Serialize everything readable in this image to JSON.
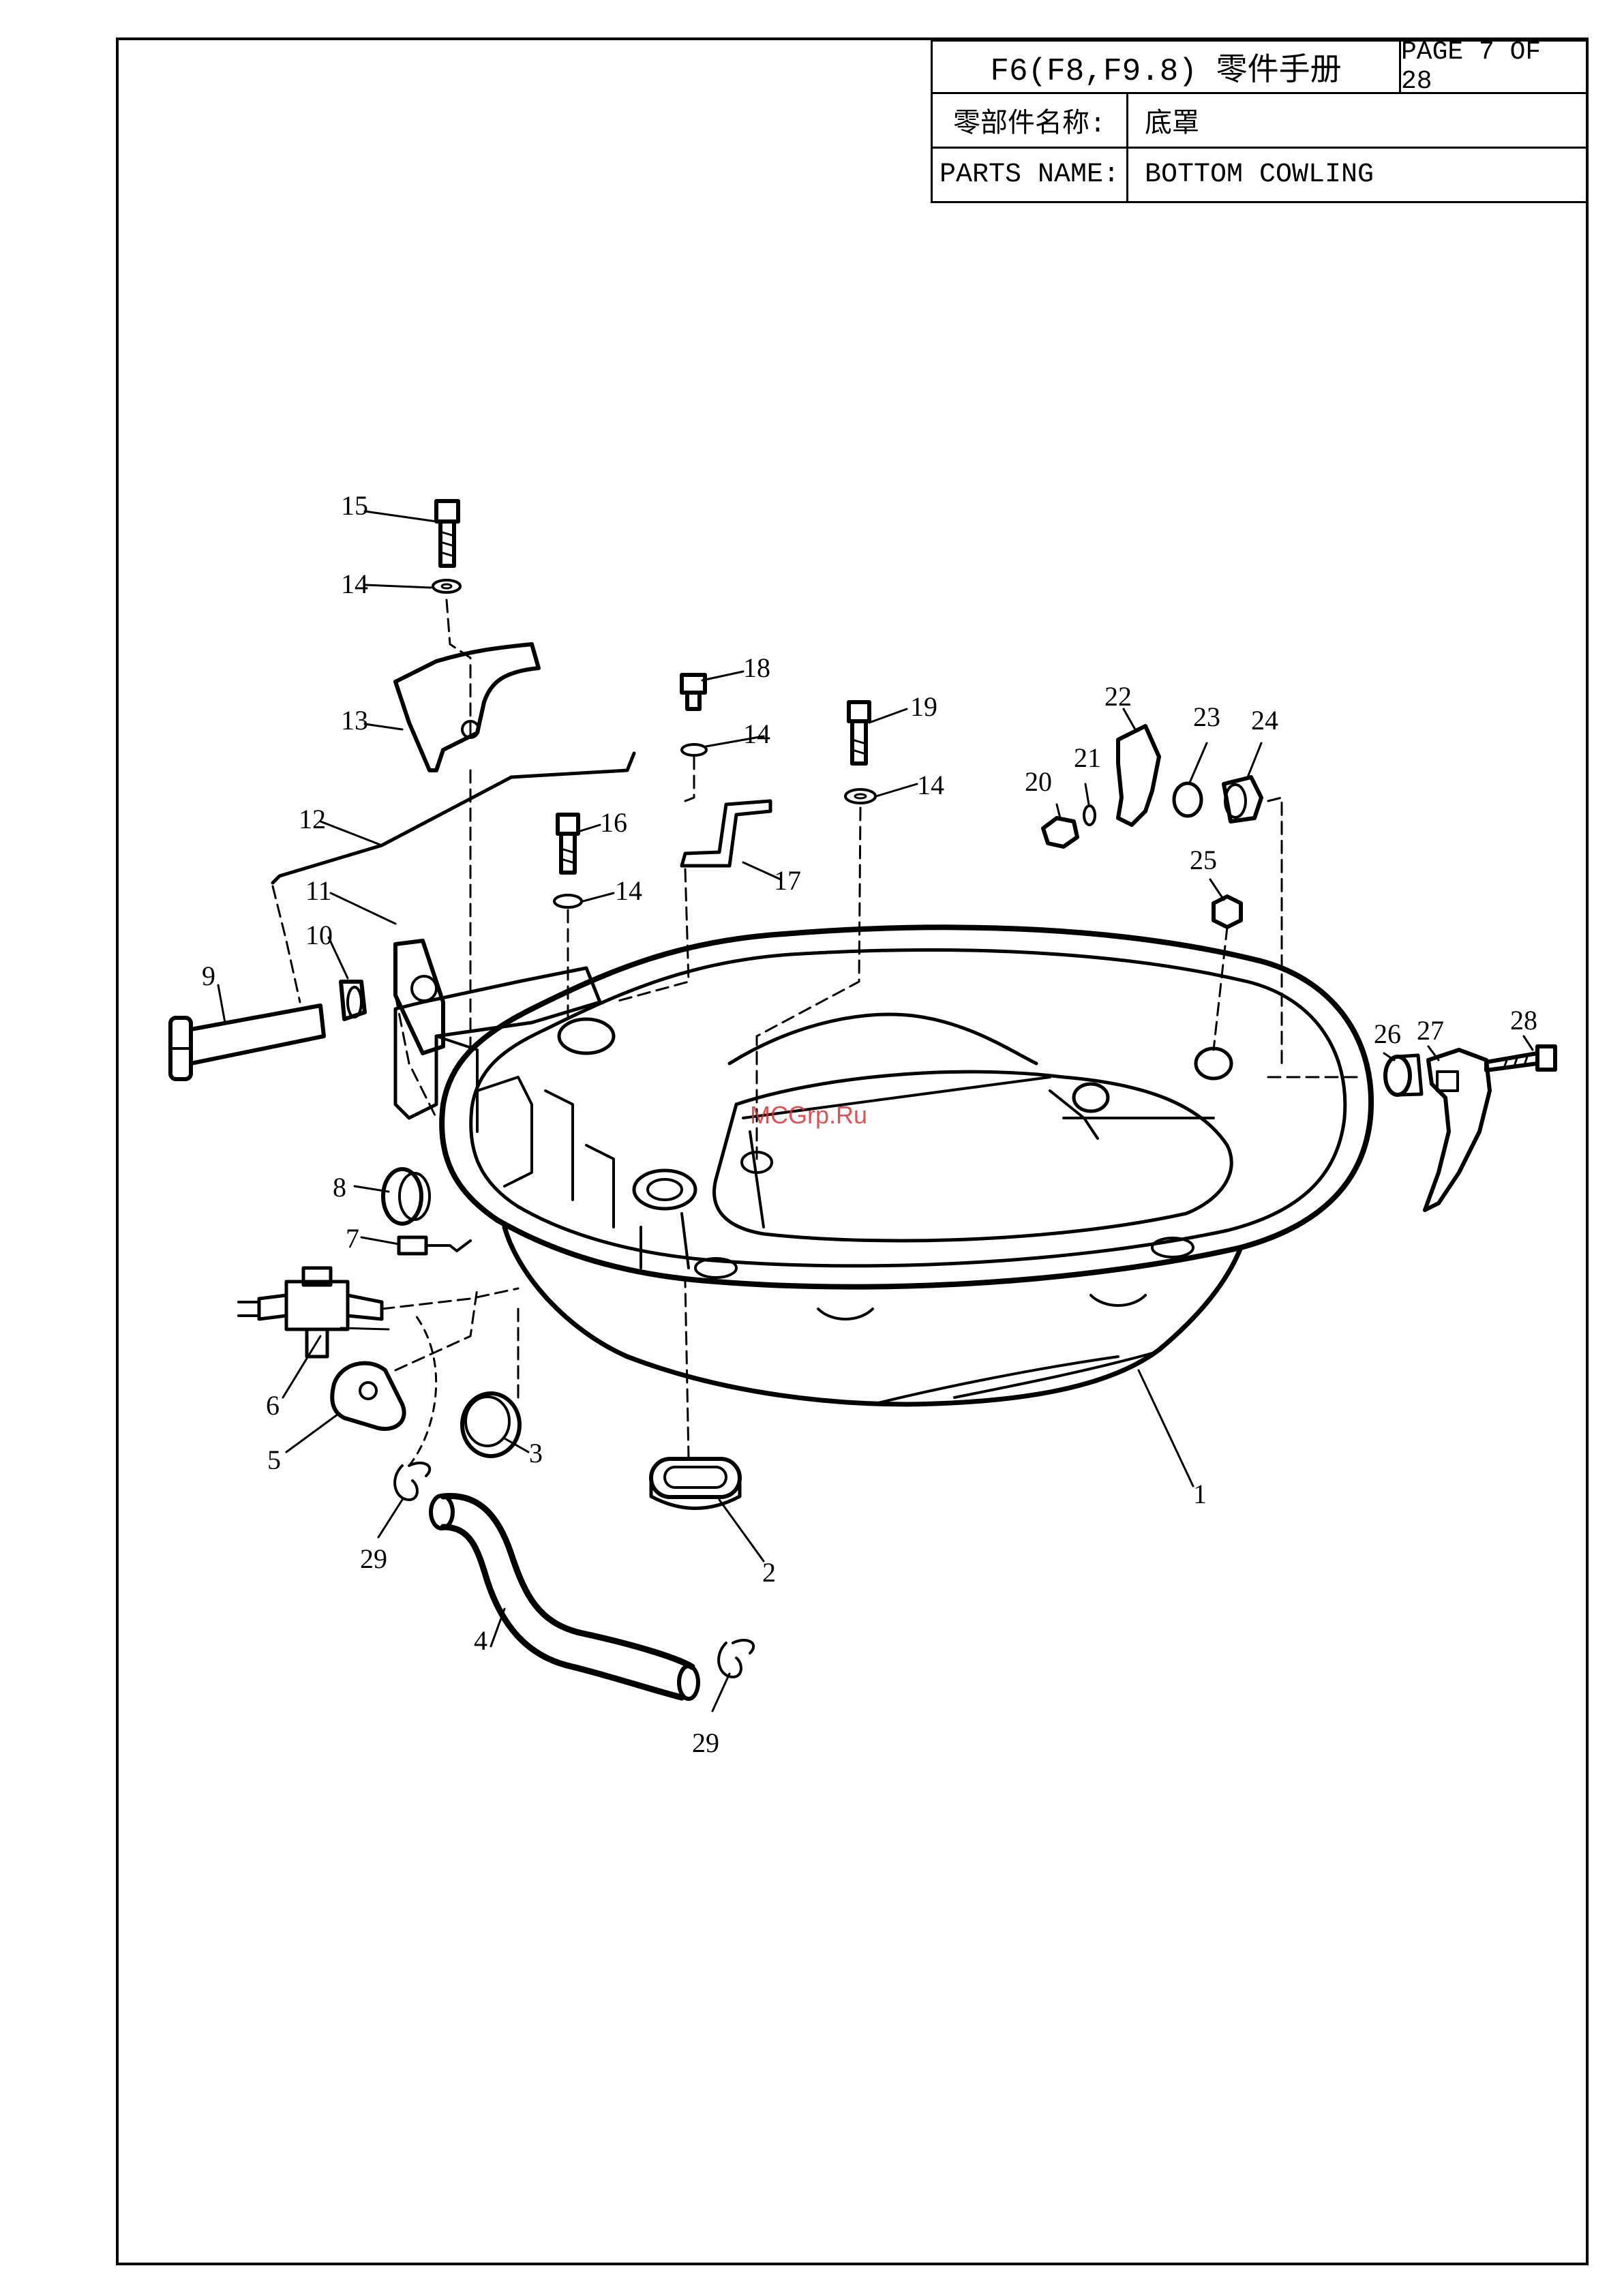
{
  "header": {
    "model": "F6(F8,F9.8) 零件手册",
    "page": "PAGE 7 OF 28",
    "name_label_cn": "零部件名称:",
    "name_value_cn": "底罩",
    "name_label_en": "PARTS NAME:",
    "name_value_en": "BOTTOM COWLING"
  },
  "watermark": "MCGrp.Ru",
  "callouts": [
    "1",
    "2",
    "3",
    "4",
    "5",
    "6",
    "7",
    "8",
    "9",
    "10",
    "11",
    "12",
    "13",
    "14",
    "14",
    "14",
    "14",
    "15",
    "16",
    "17",
    "18",
    "19",
    "20",
    "21",
    "22",
    "23",
    "24",
    "25",
    "26",
    "27",
    "28",
    "29",
    "29"
  ]
}
